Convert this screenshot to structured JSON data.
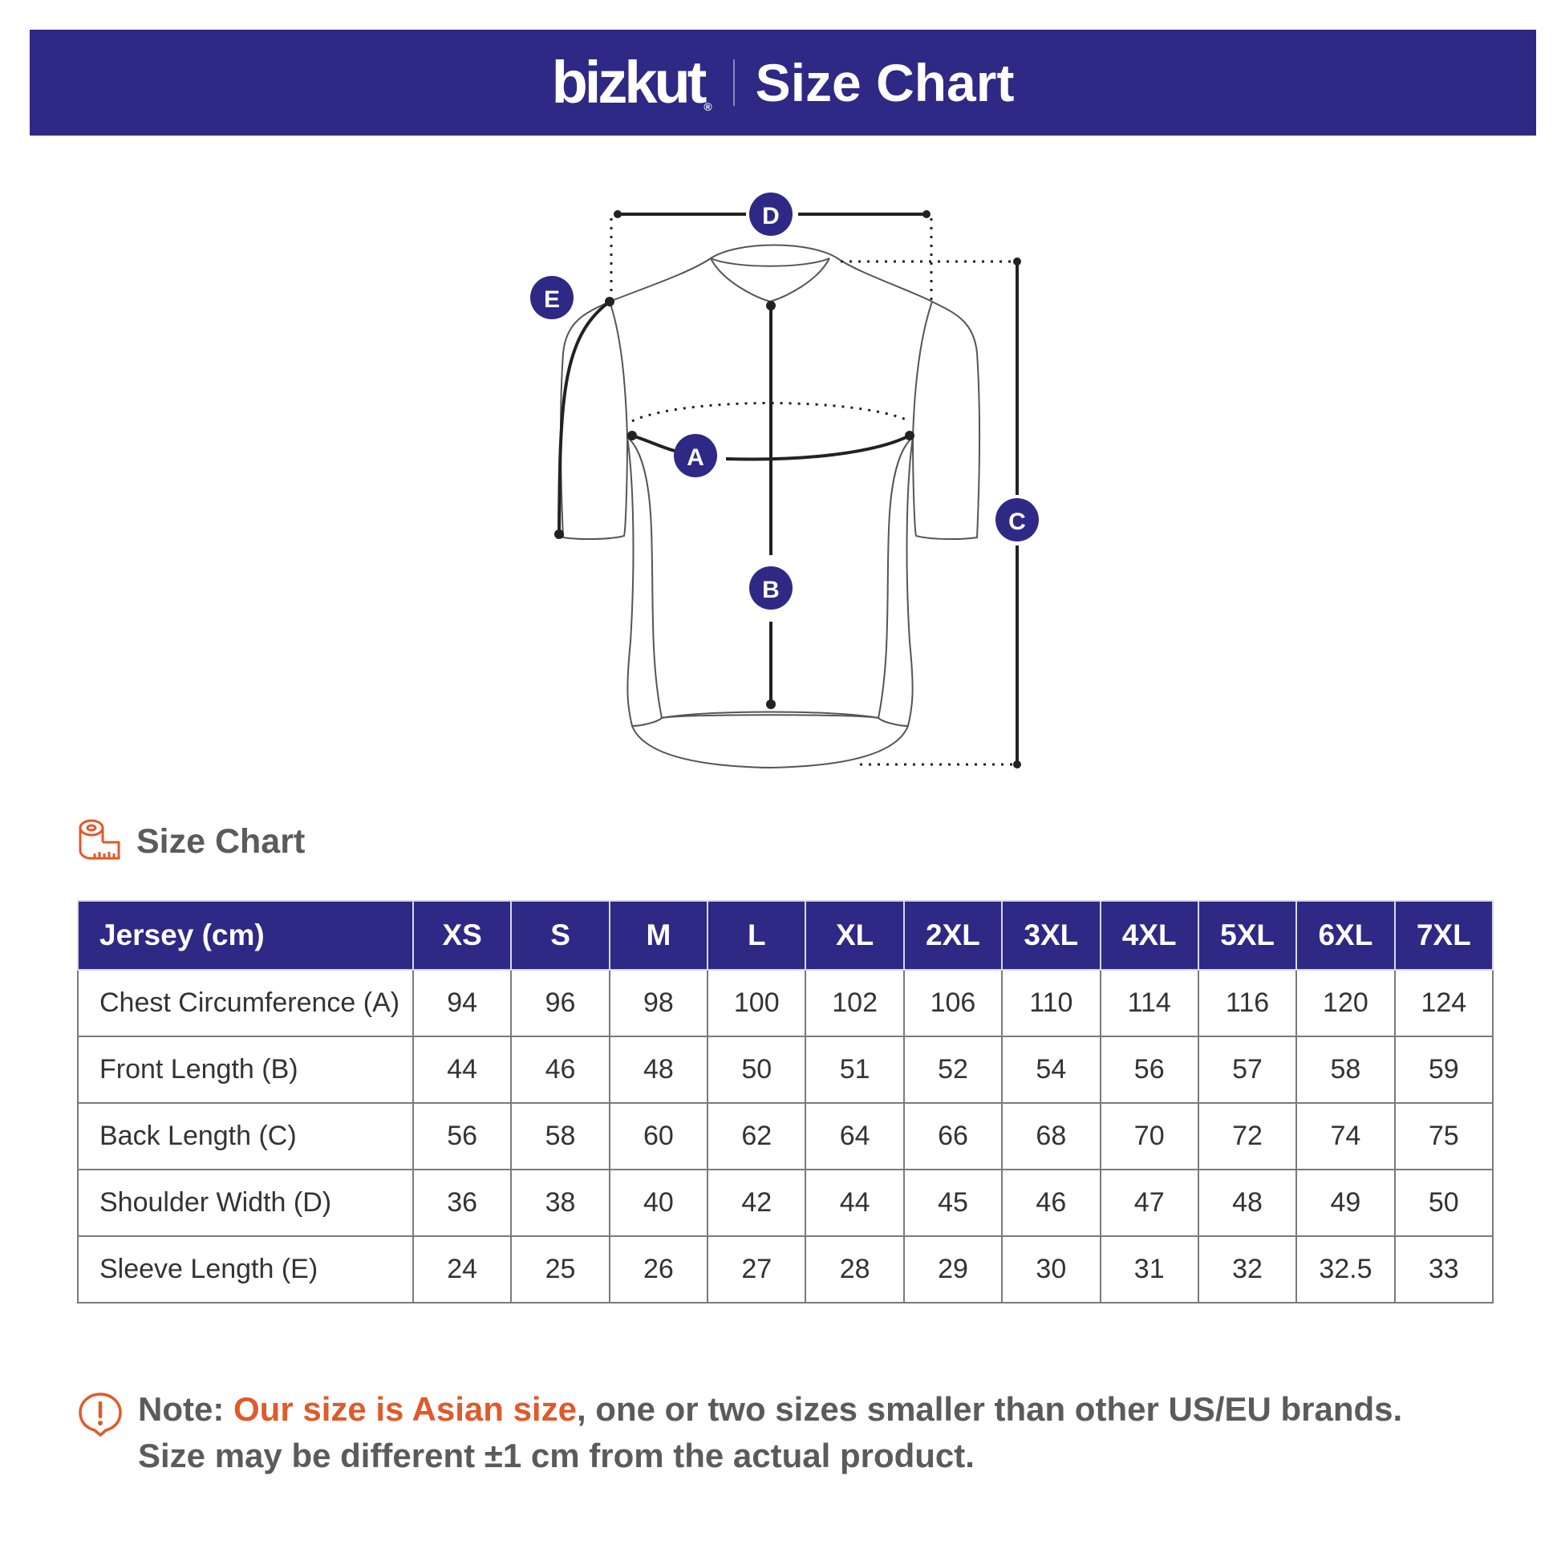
{
  "header": {
    "brand": "bizkut",
    "brand_mark": "®",
    "title": "Size Chart"
  },
  "diagram": {
    "markers": [
      "A",
      "B",
      "C",
      "D",
      "E"
    ]
  },
  "section": {
    "icon": "measuring-tape-icon",
    "title": "Size Chart"
  },
  "table": {
    "header_label": "Jersey (cm)",
    "sizes": [
      "XS",
      "S",
      "M",
      "L",
      "XL",
      "2XL",
      "3XL",
      "4XL",
      "5XL",
      "6XL",
      "7XL"
    ],
    "rows": [
      {
        "label": "Chest Circumference (A)",
        "values": [
          "94",
          "96",
          "98",
          "100",
          "102",
          "106",
          "110",
          "114",
          "116",
          "120",
          "124"
        ]
      },
      {
        "label": "Front Length (B)",
        "values": [
          "44",
          "46",
          "48",
          "50",
          "51",
          "52",
          "54",
          "56",
          "57",
          "58",
          "59"
        ]
      },
      {
        "label": "Back Length (C)",
        "values": [
          "56",
          "58",
          "60",
          "62",
          "64",
          "66",
          "68",
          "70",
          "72",
          "74",
          "75"
        ]
      },
      {
        "label": "Shoulder Width (D)",
        "values": [
          "36",
          "38",
          "40",
          "42",
          "44",
          "45",
          "46",
          "47",
          "48",
          "49",
          "50"
        ]
      },
      {
        "label": "Sleeve Length (E)",
        "values": [
          "24",
          "25",
          "26",
          "27",
          "28",
          "29",
          "30",
          "31",
          "32",
          "32.5",
          "33"
        ]
      }
    ]
  },
  "note": {
    "icon": "alert-icon",
    "prefix": "Note: ",
    "highlight": "Our size is Asian size",
    "line1_rest": ", one or two sizes smaller than other US/EU brands.",
    "line2": "Size may be different ±1 cm from the actual product."
  },
  "colors": {
    "brand_blue": "#2e2985",
    "accent_orange": "#e05a2a",
    "text_gray": "#5b5b5b",
    "border_gray": "#7a7a7a"
  }
}
